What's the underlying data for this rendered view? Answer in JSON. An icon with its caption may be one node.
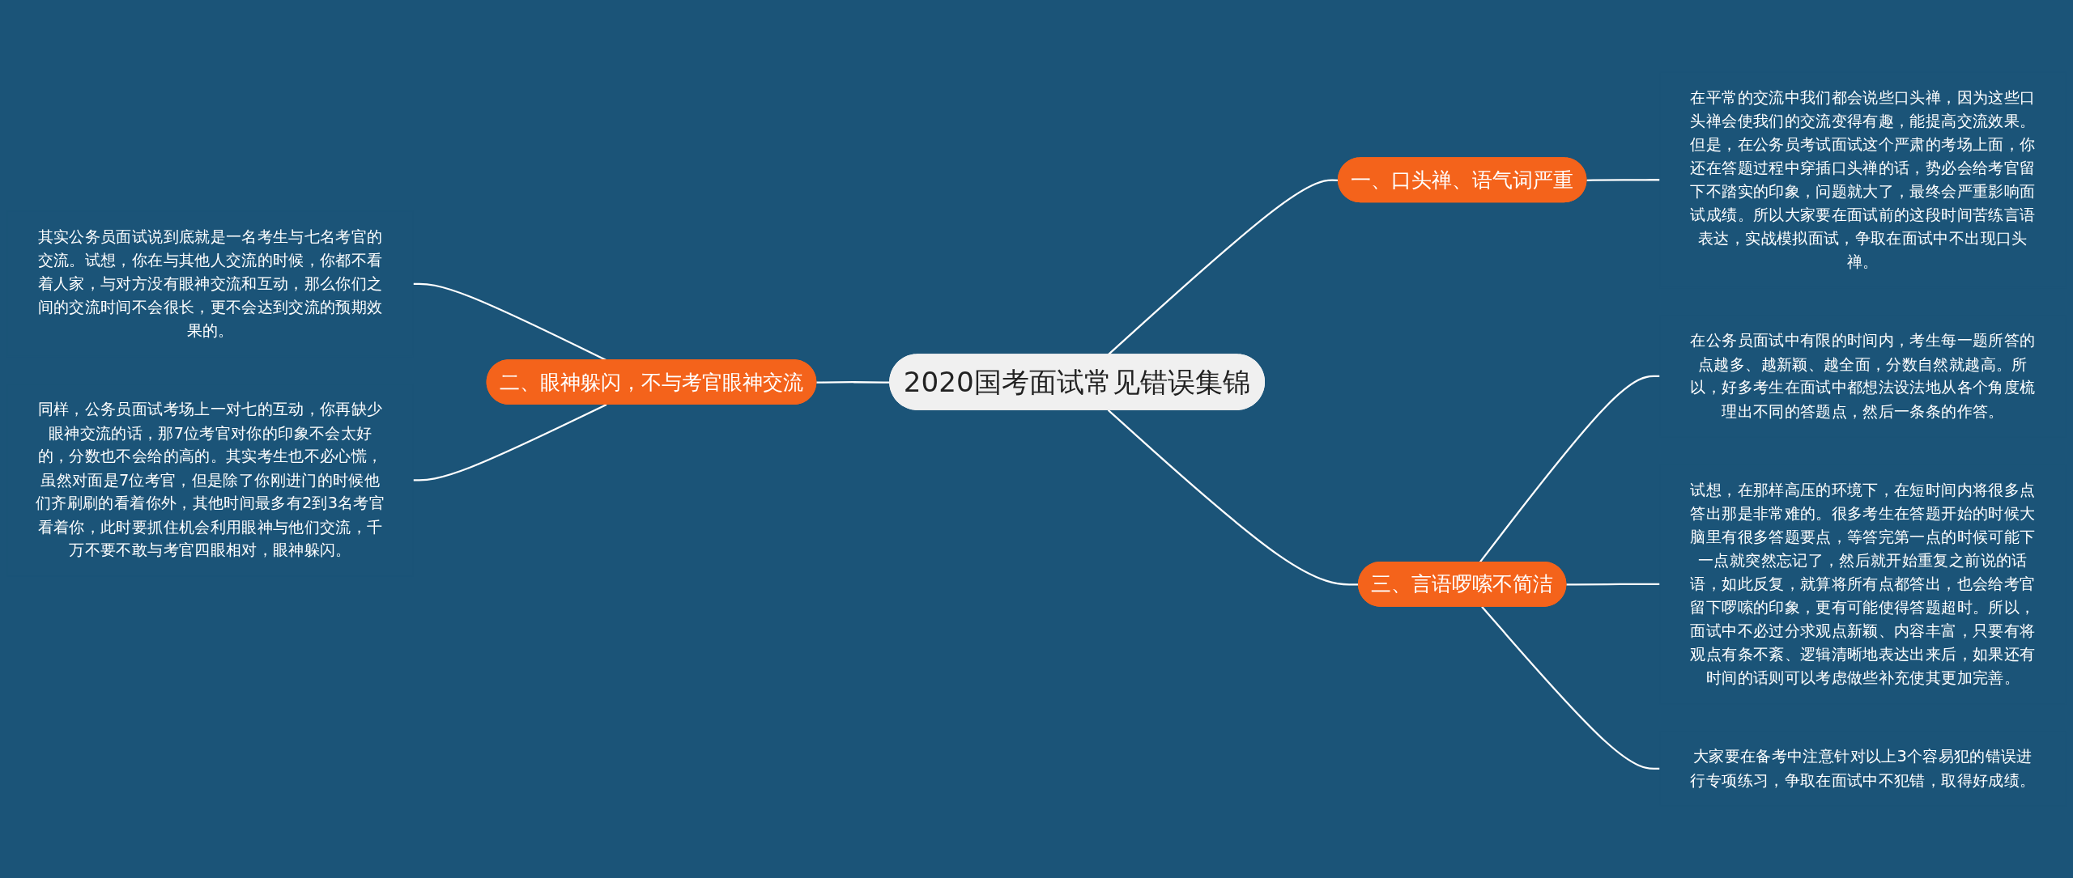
{
  "diagram": {
    "nodes": [
      {
        "text": [
          "2020国考面试常见错误集锦"
        ]
      },
      {
        "text": [
          "一、口头禅、语气词严重"
        ]
      },
      {
        "text": [
          "在平常的交流中我们都会说些口头禅，因为这些口头禅会使我们的交流变得有趣，能提高交流效果。但是，在公务员考试面试这个严肃的考场上面，你还在答题过程中穿插口头禅的话，势必会给考官留下不踏实的印象，问题就大了，最终会严重影响面试成绩。所以大家要在面试前的这段时间苦练言语表达，实战模拟面试，争取在面试中不出现口头禅。"
        ]
      },
      {
        "text": [
          "二、眼神躲闪，不与考官眼神交流"
        ]
      },
      {
        "text": [
          "其实公务员面试说到底就是一名考生与七名考官的交流。试想，你在与其他人交流的时候，你都不看着人家，与对方没有眼神交流和互动，那么你们之间的交流时间不会很长，更不会达到交流的预期效果的。"
        ]
      },
      {
        "text": [
          "同样，公务员面试考场上一对七的互动，你再缺少眼神交流的话，那7位考官对你的印象不会太好的，分数也不会给的高的。其实考生也不必心慌，虽然对面是7位考官，但是除了你刚进门的时候他们齐刷刷的看着你外，其他时间最多有2到3名考官看着你，此时要抓住机会利用眼神与他们交流，千万不要不敢与考官四眼相对，眼神躲闪。"
        ]
      },
      {
        "text": [
          "三、言语啰嗦不简洁"
        ]
      },
      {
        "text": [
          "在公务员面试中有限的时间内，考生每一题所答的点越多、越新颖、越全面，分数自然就越高。所以，好多考生在面试中都想法设法地从各个角度梳理出不同的答题点，然后一条条的作答。"
        ]
      },
      {
        "text": [
          "试想，在那样高压的环境下，在短时间内将很多点答出那是非常难的。很多考生在答题开始的时候大脑里有很多答题要点，等答完第一点的时候可能下一点就突然忘记了，然后就开始重复之前说的话语，如此反复，就算将所有点都答出，也会给考官留下啰嗦的印象，更有可能使得答题超时。所以，面试中不必过分求观点新颖、内容丰富，只要有将观点有条不紊、逻辑清晰地表达出来后，如果还有时间的话则可以考虑做些补充使其更加完善。"
        ]
      },
      {
        "text": [
          "大家要在备考中注意针对以上3个容易犯的错误进行专项练习，争取在面试中不犯错，取得好成绩。"
        ]
      }
    ],
    "edges": [
      {
        "from": 0,
        "to": 1,
        "arrow": "none"
      },
      {
        "from": 1,
        "to": 2,
        "arrow": "none"
      },
      {
        "from": 4,
        "to": 3,
        "arrow": "none"
      },
      {
        "from": 5,
        "to": 3,
        "arrow": "none"
      },
      {
        "from": 3,
        "to": 0,
        "arrow": "none"
      },
      {
        "from": 0,
        "to": 6,
        "arrow": "none"
      },
      {
        "from": 6,
        "to": 7,
        "arrow": "none"
      },
      {
        "from": 6,
        "to": 8,
        "arrow": "none"
      },
      {
        "from": 6,
        "to": 9,
        "arrow": "none"
      }
    ]
  }
}
